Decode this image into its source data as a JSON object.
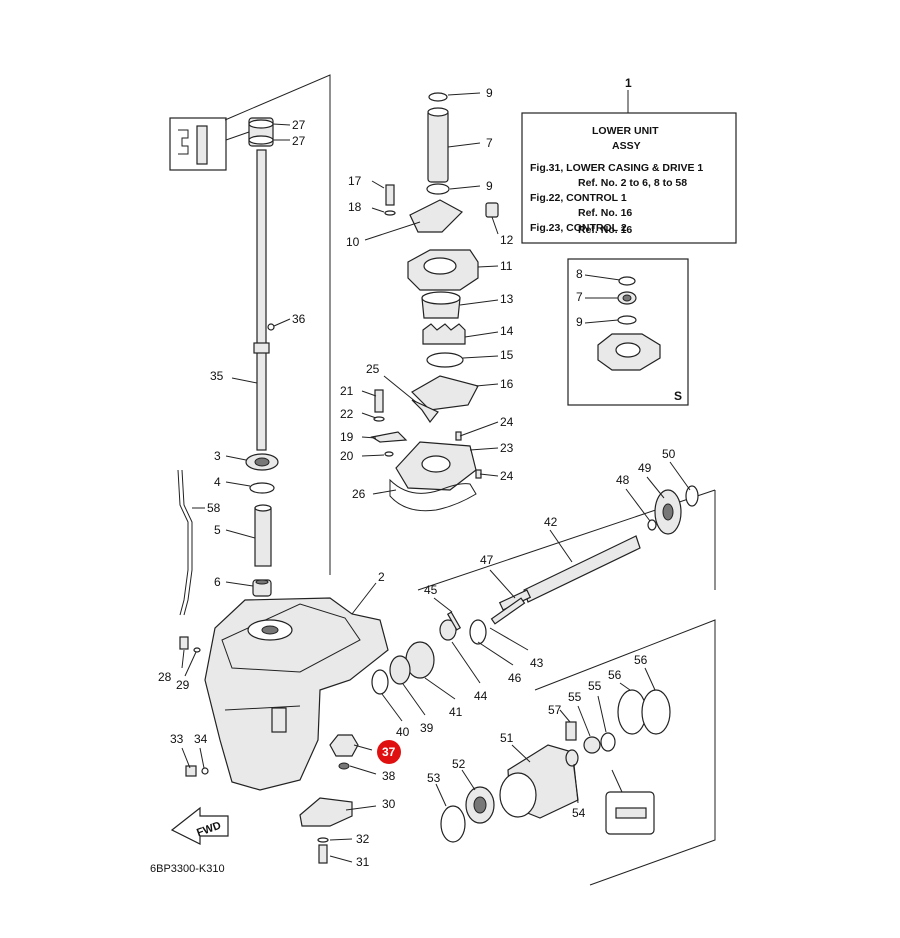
{
  "diagram": {
    "code": "6BP3300-K310",
    "fwd_label": "FWD",
    "highlighted_part": "37",
    "highlight_color": "#e01010",
    "info_box": {
      "ref": "1",
      "title": "LOWER UNIT",
      "subtitle": "ASSY",
      "lines": [
        "Fig.31, LOWER CASING & DRIVE 1",
        "Ref. No. 2 to 6, 8 to 58",
        "Fig.22, CONTROL 1",
        "Ref. No. 16",
        "Fig.23, CONTROL 2",
        "Ref. No. 16"
      ]
    },
    "inset_box": {
      "tag": "S",
      "callouts": [
        "8",
        "7",
        "9"
      ]
    },
    "callouts": [
      "9",
      "7",
      "9",
      "17",
      "18",
      "10",
      "12",
      "11",
      "13",
      "14",
      "15",
      "16",
      "25",
      "21",
      "22",
      "19",
      "20",
      "24",
      "23",
      "24",
      "26",
      "27",
      "27",
      "36",
      "35",
      "3",
      "4",
      "58",
      "5",
      "6",
      "2",
      "28",
      "29",
      "33",
      "34",
      "50",
      "49",
      "48",
      "42",
      "47",
      "45",
      "43",
      "46",
      "44",
      "41",
      "39",
      "40",
      "37",
      "38",
      "30",
      "32",
      "31",
      "56",
      "56",
      "55",
      "55",
      "57",
      "51",
      "52",
      "53",
      "54"
    ]
  }
}
